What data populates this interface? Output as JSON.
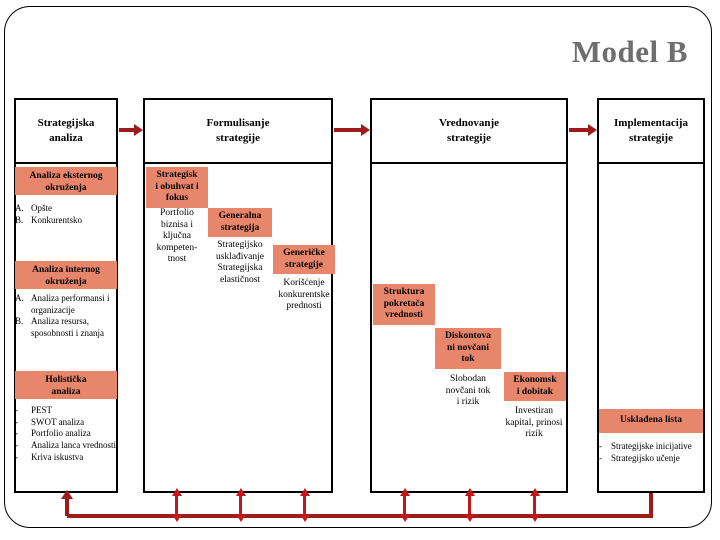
{
  "title": "Model B",
  "columns": [
    {
      "id": "col1",
      "head": "Strategijska\nanaliza",
      "head_line1": "Strategijska",
      "head_line2": "analiza",
      "sections": [
        {
          "band_line1": "Analiza eksternog",
          "band_line2": "okruženja",
          "items": [
            {
              "marker": "A.",
              "text": "Opšte"
            },
            {
              "marker": "B.",
              "text": "Konkurentsko"
            }
          ]
        },
        {
          "band_line1": "Analiza internog",
          "band_line2": "okruženja",
          "items": [
            {
              "marker": "A.",
              "text": "Analiza performansi i organizacije"
            },
            {
              "marker": "B.",
              "text": "Analiza resursa, sposobnosti i znanja"
            }
          ]
        },
        {
          "band_line1": "Holistička",
          "band_line2": "analiza",
          "items": [
            {
              "marker": "-",
              "text": "PEST"
            },
            {
              "marker": "-",
              "text": "SWOT analiza"
            },
            {
              "marker": "-",
              "text": "Portfolio analiza"
            },
            {
              "marker": "-",
              "text": "Analiza lanca vrednosti"
            },
            {
              "marker": "-",
              "text": "Kriva iskustva"
            }
          ]
        }
      ]
    },
    {
      "id": "col2",
      "head_line1": "Formulisanje",
      "head_line2": "strategije",
      "cascade": [
        {
          "band": "Strategisk i obuhvat i fokus",
          "band_lines": [
            "Strategisk",
            "i obuhvat i",
            "fokus"
          ],
          "text_lines": [
            "Portfolio",
            "biznisa i",
            "ključna",
            "kompeten-",
            "tnost"
          ]
        },
        {
          "band_lines": [
            "Generalna",
            "strategija"
          ],
          "text_lines": [
            "Strategijsko",
            "usklađivanje",
            "Strategijska",
            "elastičnost"
          ]
        },
        {
          "band_lines": [
            "Generičke",
            "strategije"
          ],
          "text_lines": [
            "Korišćenje",
            "konkurentske",
            "prednosti"
          ]
        }
      ]
    },
    {
      "id": "col3",
      "head_line1": "Vrednovanje",
      "head_line2": "strategije",
      "cascade": [
        {
          "band_lines": [
            "Struktura",
            "pokretača",
            "vrednosti"
          ],
          "text_lines": []
        },
        {
          "band_lines": [
            "Diskontova",
            "ni novčani",
            "tok"
          ],
          "text_lines": [
            "Slobodan",
            "novčani tok",
            "i rizik"
          ]
        },
        {
          "band_lines": [
            "Ekonomsk",
            "i dobitak"
          ],
          "text_lines": [
            "Investiran",
            "kapital, prinosi",
            "rizik"
          ]
        }
      ]
    },
    {
      "id": "col4",
      "head_line1": "Implementacija",
      "head_line2": "strategije",
      "sections": [
        {
          "band_line1": "Usklađena lista",
          "band_line2": "",
          "items": [
            {
              "marker": "-",
              "text": "Strategijske inicijative"
            },
            {
              "marker": "-",
              "text": "Strategijsko učenje"
            }
          ]
        }
      ]
    }
  ],
  "colors": {
    "band": "#e8866c",
    "arrow": "#9e1b1b",
    "feedback_arrow": "#c41717",
    "title": "#6e6e6e",
    "border": "#000000"
  },
  "flow_arrows": 3,
  "feedback_arrow_count": 6
}
